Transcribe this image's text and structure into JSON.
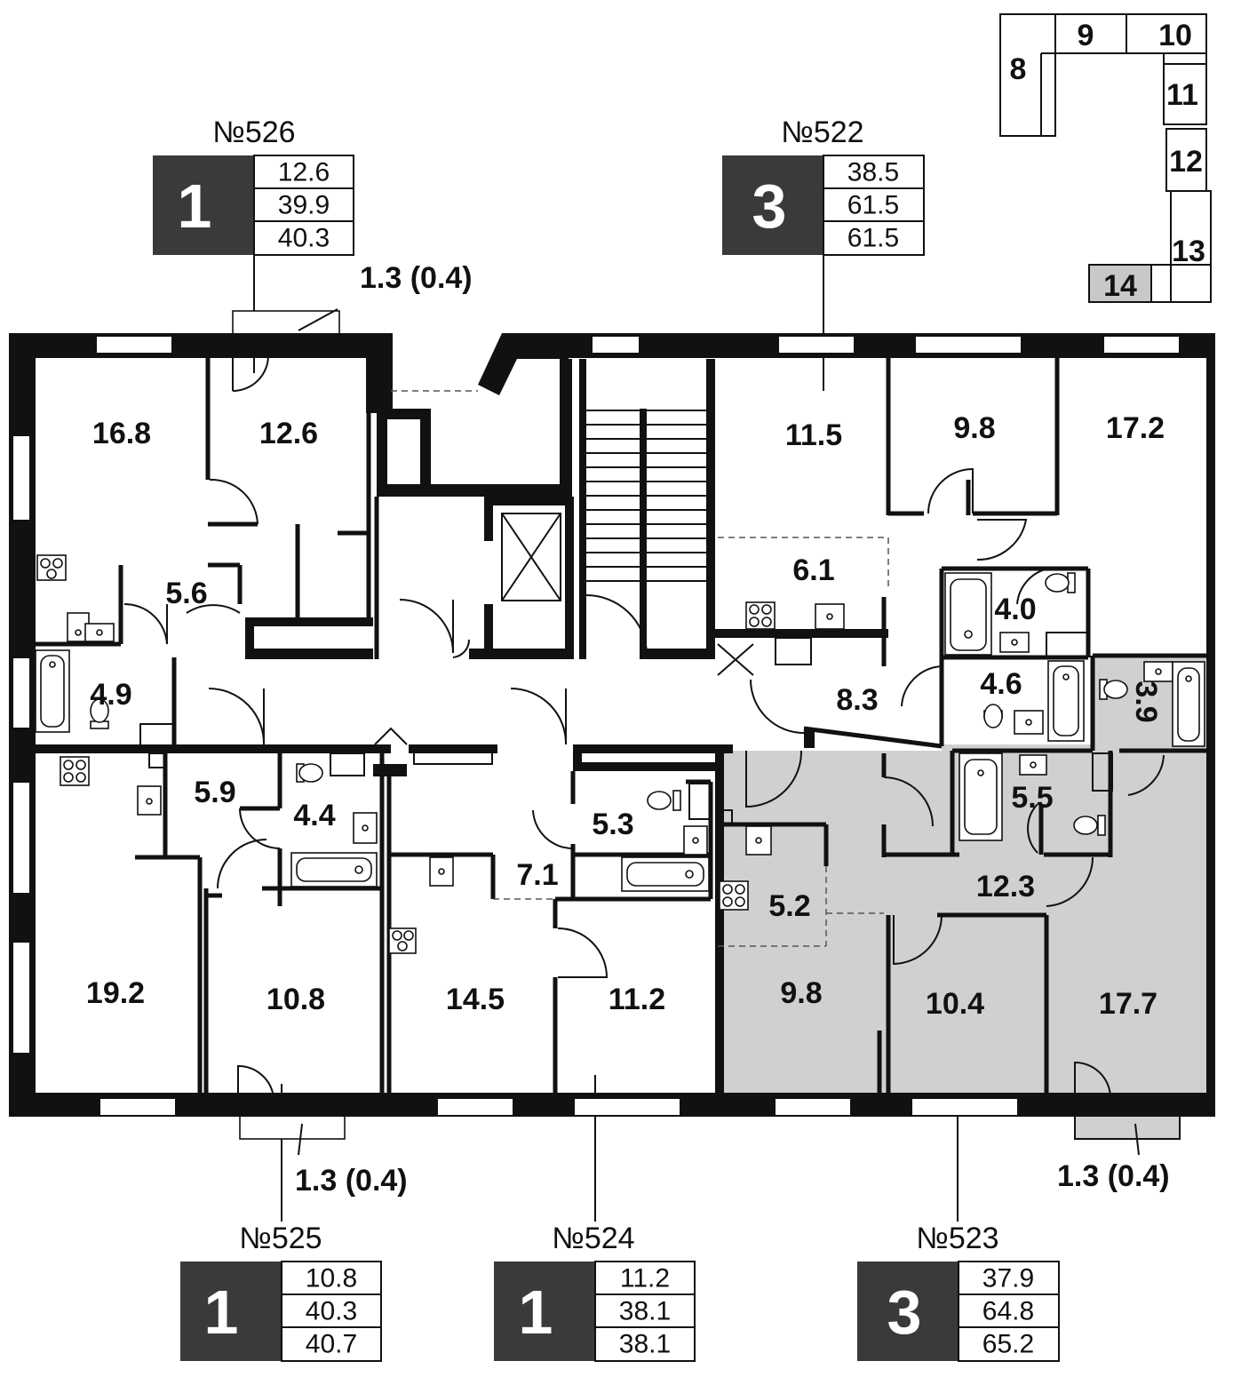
{
  "apartments": [
    {
      "number": "№526",
      "rooms": "1",
      "areas": [
        "12.6",
        "39.9",
        "40.3"
      ]
    },
    {
      "number": "№522",
      "rooms": "3",
      "areas": [
        "38.5",
        "61.5",
        "61.5"
      ]
    },
    {
      "number": "№525",
      "rooms": "1",
      "areas": [
        "10.8",
        "40.3",
        "40.7"
      ]
    },
    {
      "number": "№524",
      "rooms": "1",
      "areas": [
        "11.2",
        "38.1",
        "38.1"
      ]
    },
    {
      "number": "№523",
      "rooms": "3",
      "areas": [
        "37.9",
        "64.8",
        "65.2"
      ]
    }
  ],
  "rooms": {
    "r526_living": "16.8",
    "r526_bed": "12.6",
    "r526_hall": "5.6",
    "r526_bath": "4.9",
    "r522_room1": "11.5",
    "r522_room2": "9.8",
    "r522_room3": "17.2",
    "r522_kitchen": "6.1",
    "r522_bath1": "4.0",
    "r522_hall": "8.3",
    "r522_bath2": "4.6",
    "r525_living": "19.2",
    "r525_hall": "5.9",
    "r525_bath": "4.4",
    "r525_bed": "10.8",
    "r524_kitchen": "14.5",
    "r524_hall": "7.1",
    "r524_bath": "5.3",
    "r524_bed": "11.2",
    "r523_bath1": "3.9",
    "r523_bath2": "5.5",
    "r523_hall": "12.3",
    "r523_kitchen": "5.2",
    "r523_room1": "9.8",
    "r523_room2": "10.4",
    "r523_room3": "17.7"
  },
  "balconies": {
    "b526": "1.3 (0.4)",
    "b525": "1.3 (0.4)",
    "b523": "1.3 (0.4)"
  },
  "section_map": {
    "sections": [
      "8",
      "9",
      "10",
      "11",
      "12",
      "13",
      "14"
    ],
    "current": "14"
  },
  "colors": {
    "highlight": "#d0d0d0",
    "badge": "#3a3a3a",
    "wall": "#111111"
  }
}
